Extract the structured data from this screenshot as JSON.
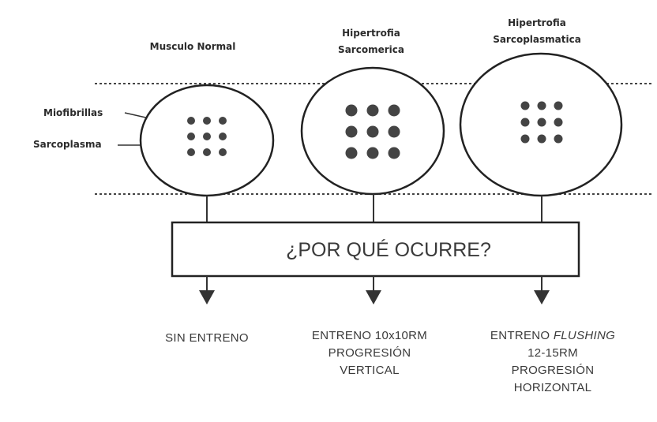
{
  "labels": {
    "normal": "Musculo Normal",
    "sarcomeric_line1": "Hipertrofia",
    "sarcomeric_line2": "Sarcomerica",
    "sarcoplasmic_line1": "Hipertrofia",
    "sarcoplasmic_line2": "Sarcoplasmatica",
    "myofibrils": "Miofibrillas",
    "sarcoplasm": "Sarcoplasma"
  },
  "question": "¿POR QUÉ OCURRE?",
  "outcomes": {
    "none": {
      "line1": "SIN ENTRENO"
    },
    "sarcomeric": {
      "line1": "ENTRENO 10x10RM",
      "line2": "PROGRESIÓN",
      "line3": "VERTICAL"
    },
    "sarcoplasmic": {
      "line1_prefix": "ENTRENO ",
      "line1_italic": "FLUSHING",
      "line2": "12-15RM",
      "line3": "PROGRESIÓN",
      "line4": "HORIZONTAL"
    }
  }
}
